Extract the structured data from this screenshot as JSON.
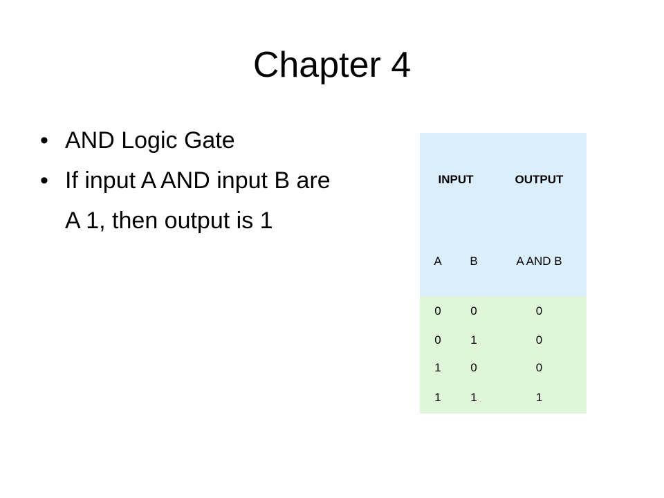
{
  "slide": {
    "title": "Chapter 4",
    "bullet_symbol": "•",
    "bullets": [
      "AND Logic Gate",
      "If input A AND input B are"
    ],
    "bullet_continuation": "A 1, then output is 1"
  },
  "truth_table": {
    "group_headers": {
      "input": "INPUT",
      "output": "OUTPUT"
    },
    "column_headers": {
      "a": "A",
      "b": "B",
      "out": "A AND B"
    },
    "rows": [
      [
        "0",
        "0",
        "0"
      ],
      [
        "0",
        "1",
        "0"
      ],
      [
        "1",
        "0",
        "0"
      ],
      [
        "1",
        "1",
        "1"
      ]
    ],
    "colors": {
      "header_bg": "#dbeefb",
      "body_bg": "#dff7d8"
    }
  }
}
